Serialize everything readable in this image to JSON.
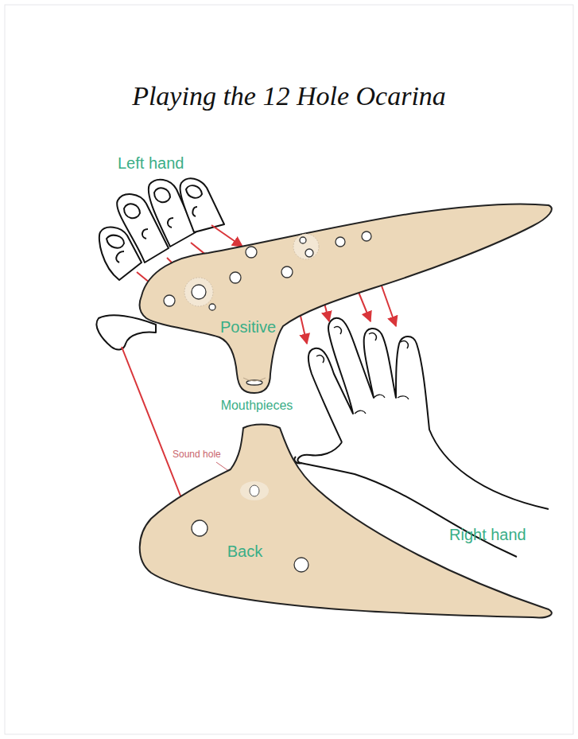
{
  "diagram": {
    "title": "Playing the 12 Hole Ocarina",
    "nodes": [
      {
        "text": [
          "Positive"
        ]
      },
      {
        "text": [
          "Back"
        ]
      }
    ],
    "labels": [
      "Left hand",
      "Mouthpieces",
      "Sound hole",
      "Right hand"
    ]
  }
}
